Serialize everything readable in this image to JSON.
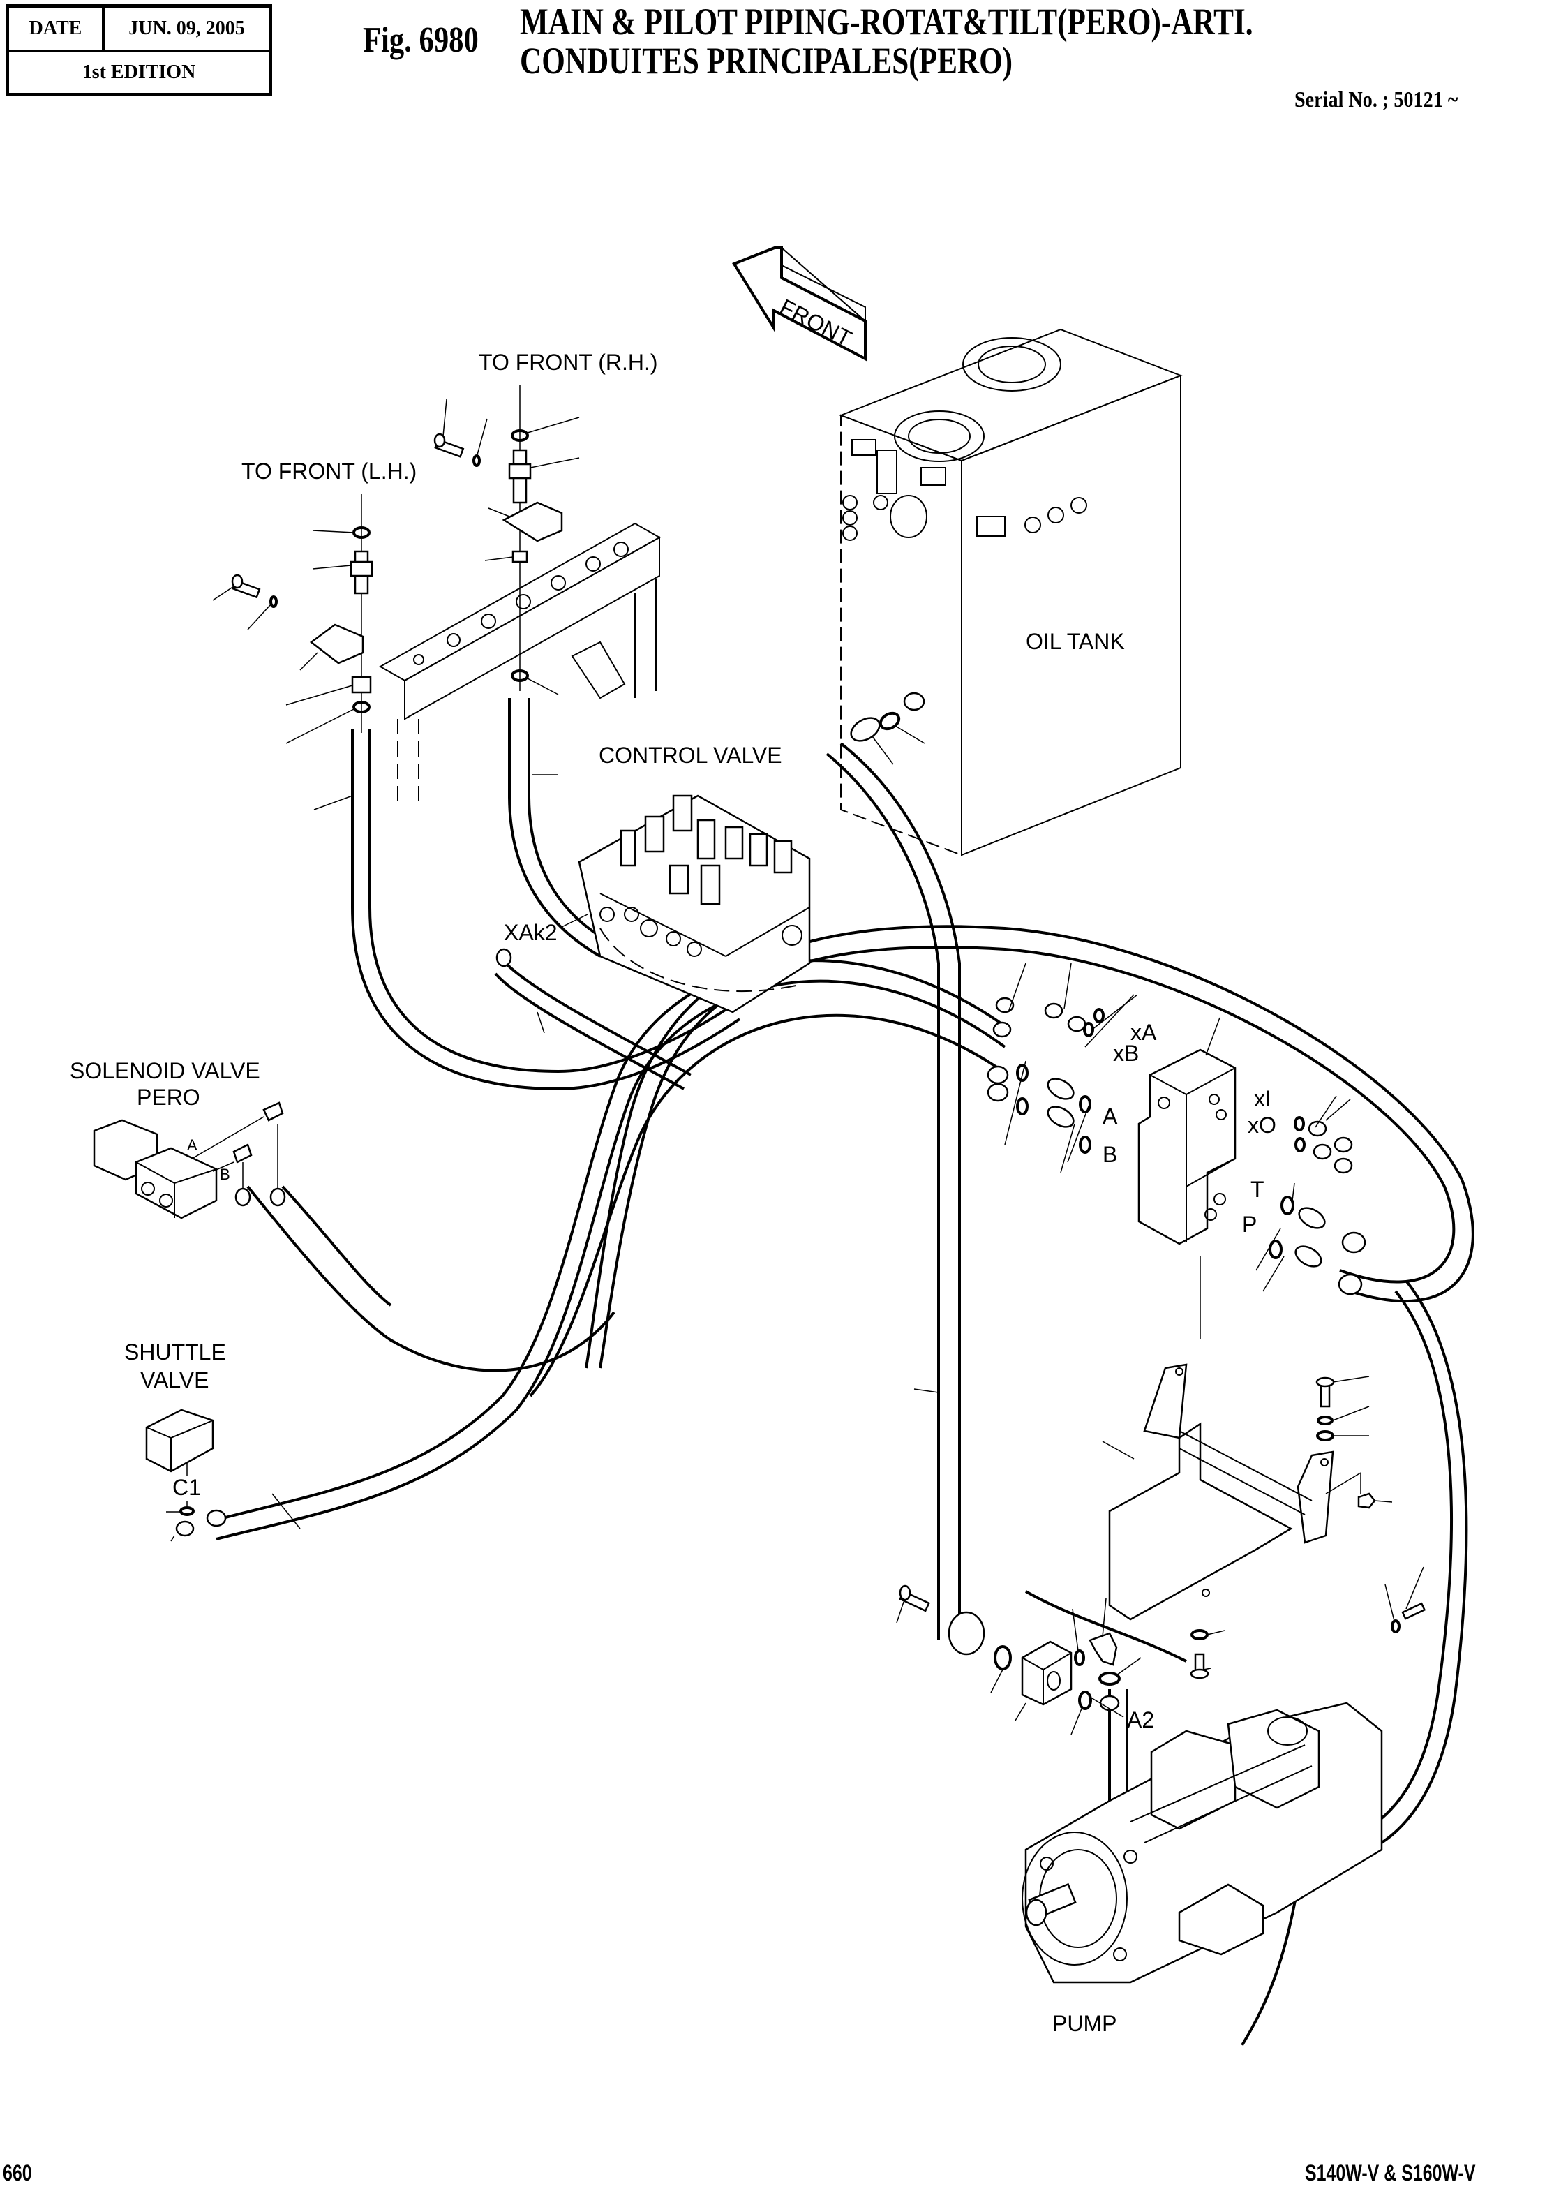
{
  "header": {
    "date_label": "DATE",
    "date_value": "JUN. 09, 2005",
    "edition": "1st EDITION",
    "figure_number": "Fig. 6980",
    "title_line1": "MAIN & PILOT PIPING-ROTAT&TILT(PERO)-ARTI.",
    "title_line2": "CONDUITES PRINCIPALES(PERO)",
    "serial": "Serial No. ; 50121 ~"
  },
  "footer": {
    "page_number": "660",
    "models": "S140W-V & S160W-V"
  },
  "diagram": {
    "front_arrow": "FRONT",
    "labels": {
      "to_front_rh": "TO FRONT (R.H.)",
      "to_front_lh": "TO FRONT (L.H.)",
      "oil_tank": "OIL TANK",
      "control_valve": "CONTROL VALVE",
      "xak2": "XAk2",
      "solenoid_valve_line1": "SOLENOID VALVE",
      "solenoid_valve_line2": "PERO",
      "solenoid_port_a": "A",
      "solenoid_port_b": "B",
      "shuttle_valve_line1": "SHUTTLE",
      "shuttle_valve_line2": "VALVE",
      "shuttle_port_c1": "C1",
      "port_xa": "xA",
      "port_xb": "xB",
      "port_a": "A",
      "port_b": "B",
      "port_xi": "xI",
      "port_xo": "xO",
      "port_t": "T",
      "port_p": "P",
      "port_a2": "A2",
      "pump": "PUMP"
    }
  }
}
